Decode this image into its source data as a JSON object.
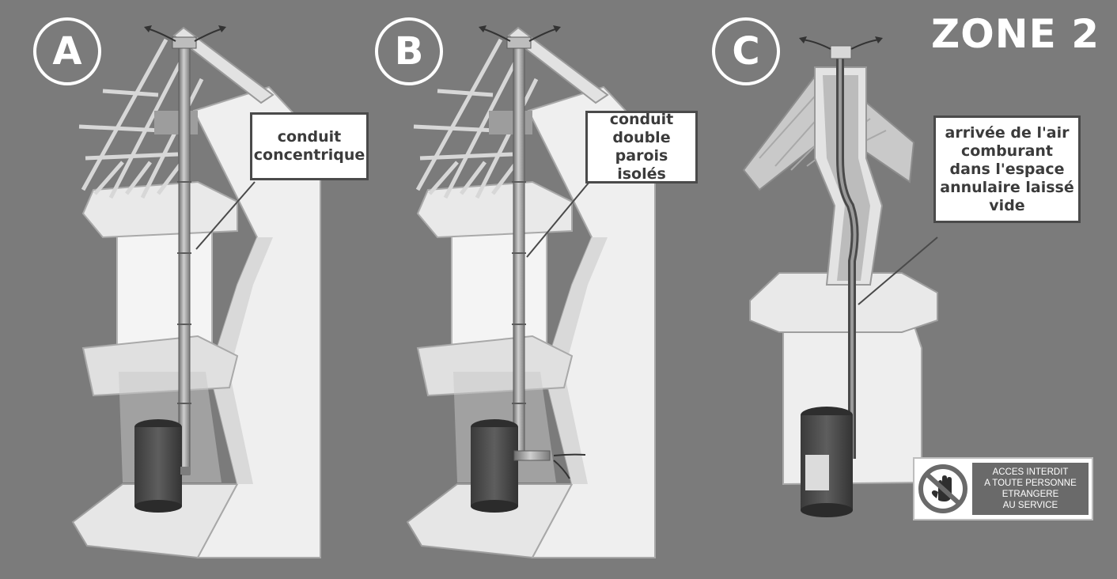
{
  "zone_title": "ZONE 2",
  "panels": [
    {
      "letter": "A",
      "callout": [
        "conduit",
        "concentrique"
      ]
    },
    {
      "letter": "B",
      "callout": [
        "conduit",
        "double parois",
        "isolés"
      ]
    },
    {
      "letter": "C",
      "callout": [
        "arrivée de l'air",
        "comburant",
        "dans l'espace",
        "annulaire laissé",
        "vide"
      ]
    }
  ],
  "sign": {
    "icon": "no-entry-hand-icon",
    "lines": [
      "ACCES INTERDIT",
      "A TOUTE PERSONNE",
      "ETRANGERE",
      "AU SERVICE"
    ]
  },
  "colors": {
    "background": "#7b7b7b",
    "wall": "#eeeeee",
    "pipe": "#9a9a9a",
    "stove": "#4d4d4d"
  }
}
